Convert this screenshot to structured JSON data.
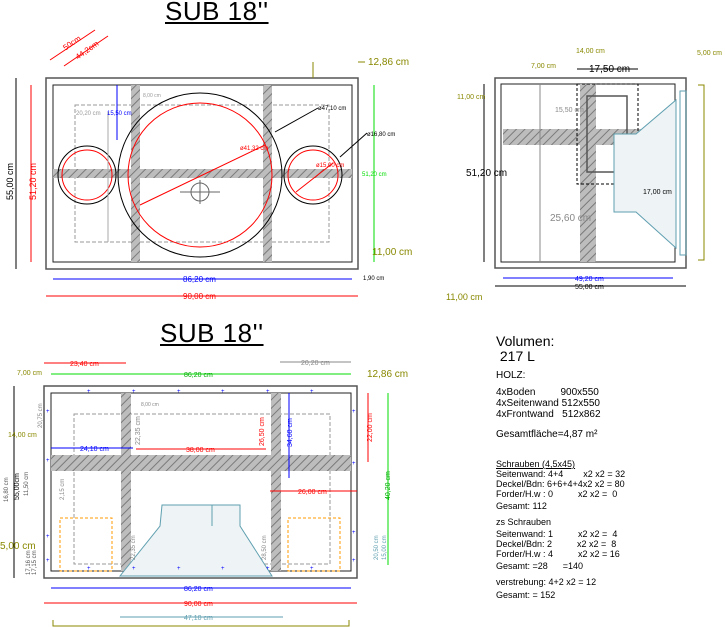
{
  "titles": {
    "top": "SUB 18''",
    "bottom": "SUB 18''"
  },
  "front_view": {
    "diag_50": "50cm",
    "diag_442": "44,2cm",
    "offset_1286": "12,86 cm",
    "height_55": "55,00 cm",
    "height_512_red": "51,20 cm",
    "height_512_green": "51,20 cm",
    "width_862": "86,20 cm",
    "width_90": "90,00 cm",
    "thick_190": "1,90 cm",
    "bottom_11": "11,00 cm",
    "d_4710": "ø47,10 cm",
    "d_1680": "ø16,80 cm",
    "d_4132": "ø41,32 cm",
    "d_1500": "ø15,00 cm",
    "w_2020": "20,20 cm",
    "h_1550": "15,50 cm",
    "h_800": "8,00 cm"
  },
  "side_view": {
    "w_1400": "14,00 cm",
    "w_500": "5,00 cm",
    "w_700": "7,00 cm",
    "w_1750": "17,50 cm",
    "h_1100": "11,00 cm",
    "h_1550": "15,50 cm",
    "h_512": "51,20 cm",
    "w_1700": "17,00 cm",
    "h_2560": "25,60 cm",
    "w_492": "49,20 cm",
    "w_55": "55,00 cm",
    "bottom_11": "11,00 cm"
  },
  "section_view": {
    "w_2340": "23,40 cm",
    "w_2020": "20,20 cm",
    "w_862_green": "86,20 cm",
    "h_700": "7,00 cm",
    "offset_1286": "12,86 cm",
    "h_2650": "26,50 cm",
    "h_3460": "34,60 cm",
    "h_2200": "22,00 cm",
    "h_4020": "40,20 cm",
    "h_800": "8,00 cm",
    "h_2075": "20,75 cm",
    "h_1400": "14,00 cm",
    "h_2235": "22,35 cm",
    "w_2410": "24,10 cm",
    "w_3800": "38,00 cm",
    "h_55": "55,00cm",
    "h_1680": "16,80 cm",
    "h_1150": "11,50 cm",
    "h_215": "2,15 cm",
    "w_2600": "26,00 cm",
    "h_500": "5,00 cm",
    "h_1716": "17,16 cm",
    "h_1715": "17,15 cm",
    "h_2235b": "22,35 cm",
    "h_2850": "28,50 cm",
    "h_2050": "20,50 cm",
    "h_1500": "15,00 cm",
    "w_862": "86,20 cm",
    "w_90": "90,00 cm",
    "w_4710": "47,10 cm"
  },
  "notes": {
    "volume_label": "Volumen:",
    "volume_value": " 217 L",
    "wood_heading": "HOLZ:",
    "wood": [
      "4xBoden         900x550",
      "4xSeitenwand 512x550",
      "4xFrontwand   512x862"
    ],
    "area": "Gesamtfläche=4,87 m²",
    "screws_heading": "Schrauben (4,5x45)",
    "screws": [
      "Seitenwand: 4+4        x2 x2 = 32",
      "Deckel/Bdn: 6+6+4+4x2 x2 = 80",
      "Forder/H.w : 0          x2 x2 =  0",
      "Gesamt: 112"
    ],
    "extra_heading": "zs Schrauben",
    "extra": [
      "Seitenwand: 1          x2 x2 =  4",
      "Deckel/Bdn: 2          x2 x2 =  8",
      "Forder/H.w : 4          x2 x2 = 16",
      "Gesamt: =28      =140"
    ],
    "bracing": "verstrebung: 4+2 x2 = 12",
    "total": "Gesamt: = 152"
  },
  "colors": {
    "red": "#ff0000",
    "blue": "#0000ff",
    "green": "#00dd00",
    "olive": "#808000",
    "teal": "#5f9fb0",
    "grey": "#888888"
  }
}
